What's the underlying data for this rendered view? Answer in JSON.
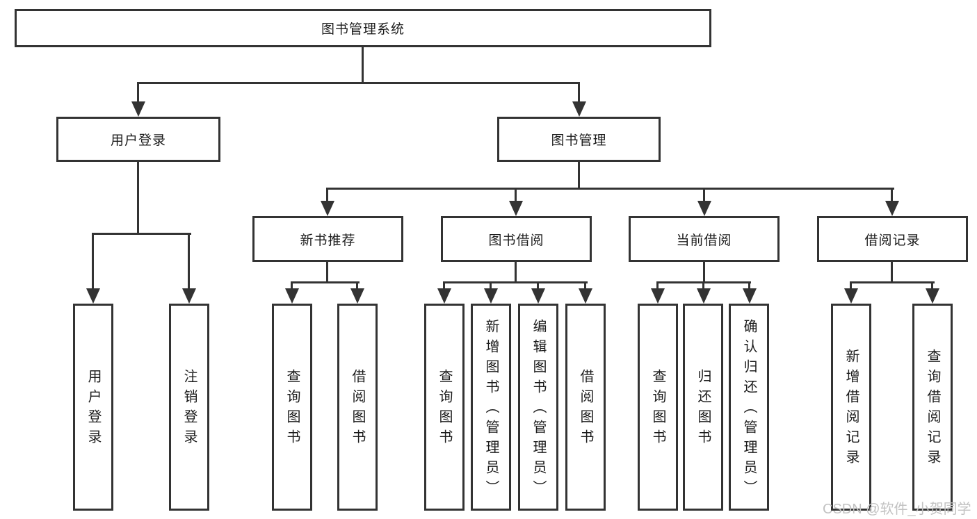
{
  "diagram": {
    "title": "图书管理系统",
    "branches": [
      {
        "label": "用户登录",
        "children": [
          "用户登录",
          "注销登录"
        ]
      },
      {
        "label": "图书管理",
        "sections": [
          {
            "label": "新书推荐",
            "children": [
              "查询图书",
              "借阅图书"
            ]
          },
          {
            "label": "图书借阅",
            "children": [
              "查询图书",
              "新增图书（管理员）",
              "编辑图书（管理员）",
              "借阅图书"
            ]
          },
          {
            "label": "当前借阅",
            "children": [
              "查询图书",
              "归还图书",
              "确认归还（管理员）"
            ]
          },
          {
            "label": "借阅记录",
            "children": [
              "新增借阅记录",
              "查询借阅记录"
            ]
          }
        ]
      }
    ]
  },
  "watermark": "CSDN @软件_小贺同学",
  "colors": {
    "line": "#333333",
    "text": "#1c1c1c",
    "background": "#ffffff",
    "watermark": "#c2c2c2"
  }
}
